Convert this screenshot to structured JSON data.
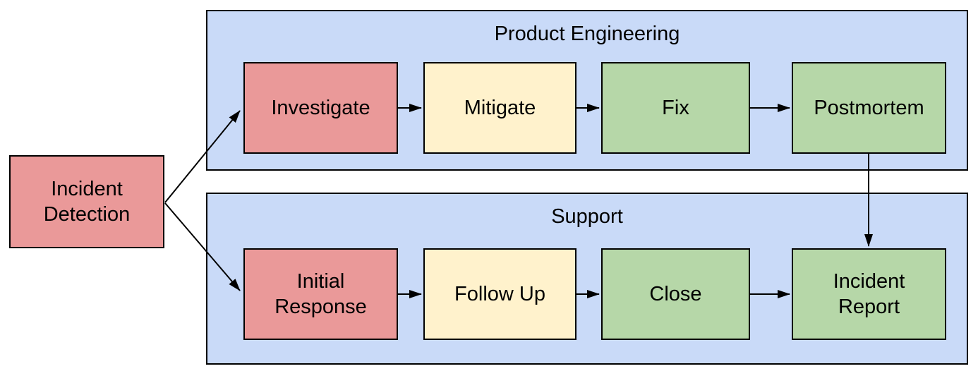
{
  "diagram": {
    "start_node": {
      "label": "Incident Detection",
      "fill": "#EA9999"
    },
    "lanes": [
      {
        "title": "Product Engineering",
        "fill": "#C9DAF8",
        "nodes": [
          {
            "label": "Investigate",
            "fill": "#EA9999"
          },
          {
            "label": "Mitigate",
            "fill": "#FFF2CC"
          },
          {
            "label": "Fix",
            "fill": "#B6D7A8"
          },
          {
            "label": "Postmortem",
            "fill": "#B6D7A8"
          }
        ]
      },
      {
        "title": "Support",
        "fill": "#C9DAF8",
        "nodes": [
          {
            "label": "Initial Response",
            "fill": "#EA9999"
          },
          {
            "label": "Follow Up",
            "fill": "#FFF2CC"
          },
          {
            "label": "Close",
            "fill": "#B6D7A8"
          },
          {
            "label": "Incident Report",
            "fill": "#B6D7A8"
          }
        ]
      }
    ],
    "colors": {
      "lane_fill": "#C9DAF8",
      "red_fill": "#EA9999",
      "yellow_fill": "#FFF2CC",
      "green_fill": "#B6D7A8",
      "border": "#000000",
      "text": "#000000",
      "background": "#FFFFFF"
    }
  }
}
